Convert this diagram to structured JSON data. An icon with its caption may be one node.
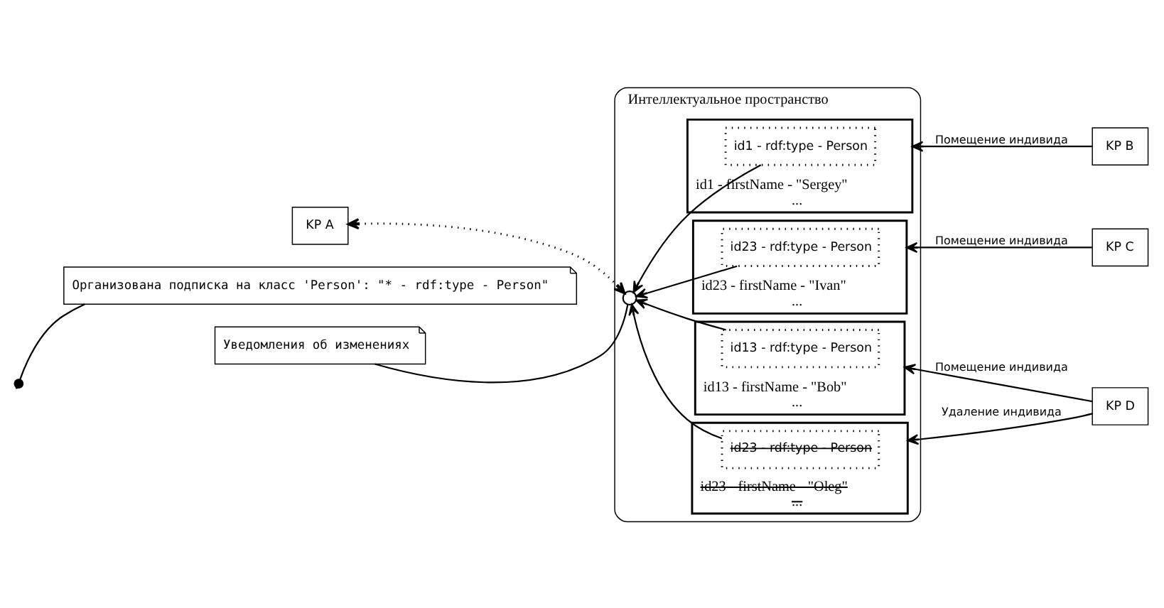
{
  "diagram": {
    "nodes": [
      {
        "text": [
          "Интеллектуальное пространство"
        ]
      },
      {
        "text": [
          "id1 - firstName - \"Sergey\"",
          "..."
        ],
        "in": 0
      },
      {
        "text": [
          "id1 - rdf:type - Person"
        ],
        "in": 1
      },
      {
        "text": [
          "id23 - firstName - \"Ivan\"",
          "..."
        ],
        "in": 0
      },
      {
        "text": [
          "id23 - rdf:type - Person"
        ],
        "in": 3
      },
      {
        "text": [
          "id13 - firstName - \"Bob\"",
          "..."
        ],
        "in": 0
      },
      {
        "text": [
          "id13 - rdf:type - Person"
        ],
        "in": 5
      },
      {
        "text": [
          "id23 - firstName - \"Oleg\"",
          "..."
        ],
        "in": 0
      },
      {
        "text": [
          "id23 - rdf:type - Person"
        ],
        "in": 7
      },
      {
        "text": [],
        "shape": "circle",
        "in": 0
      },
      {
        "text": [
          "KP A"
        ]
      },
      {
        "text": [
          "KP B"
        ]
      },
      {
        "text": [
          "KP C"
        ]
      },
      {
        "text": [
          "KP D"
        ]
      },
      {
        "text": [
          "Организована подписка на класс 'Person': \"* - rdf:type - Person\""
        ]
      },
      {
        "text": [
          "Уведомления об изменениях"
        ]
      }
    ],
    "edges": [
      {
        "from": 10,
        "to": 9,
        "arrow": "both",
        "style": "dashed"
      },
      {
        "from": 2,
        "to": 9,
        "arrow": "to"
      },
      {
        "from": 4,
        "to": 9,
        "arrow": "to"
      },
      {
        "from": 6,
        "to": 9,
        "arrow": "to"
      },
      {
        "from": 8,
        "to": 9,
        "arrow": "to"
      },
      {
        "from": 11,
        "to": 1,
        "arrow": "to",
        "label": "Помещение индивида"
      },
      {
        "from": 12,
        "to": 3,
        "arrow": "to",
        "label": "Помещение индивида"
      },
      {
        "from": 13,
        "to": 5,
        "arrow": "to",
        "label": "Помещение индивида"
      },
      {
        "from": 13,
        "to": 7,
        "arrow": "to",
        "label": "Удаление индивида"
      },
      {
        "from": 14,
        "to": null,
        "arrow": "other"
      },
      {
        "from": 15,
        "to": 9,
        "arrow": "none"
      }
    ]
  }
}
